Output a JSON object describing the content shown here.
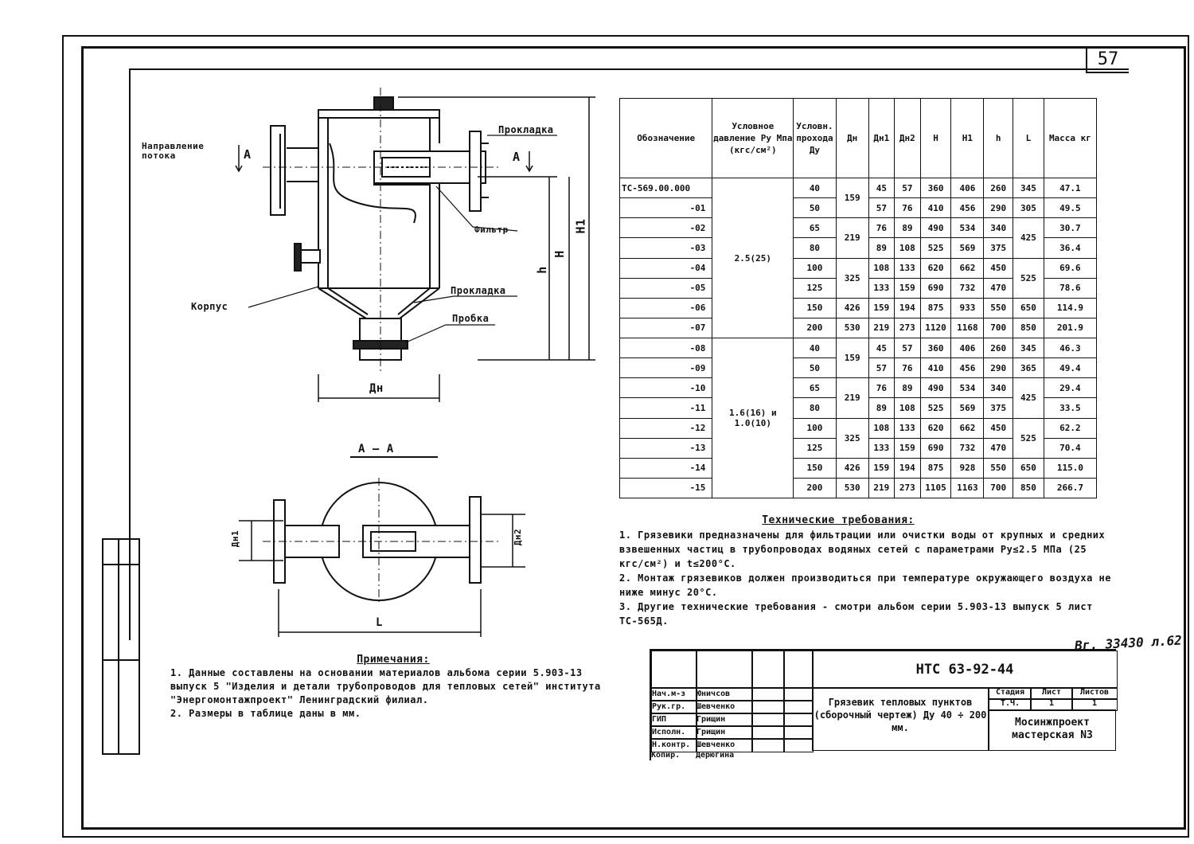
{
  "sheet_number": "57",
  "labels": {
    "direction": "Направление\nпотока",
    "section_marker": "А",
    "gasket_top": "Прокладка",
    "filter": "Фильтр",
    "body": "Корпус",
    "gasket_bottom": "Прокладка",
    "plug": "Пробка",
    "dim_dn": "Дн",
    "dim_h": "h",
    "dim_H": "H",
    "dim_H1": "H1",
    "section_title": "А — А",
    "dim_dn1": "Дн1",
    "dim_dn2": "Дн2",
    "dim_L": "L"
  },
  "table": {
    "headers": {
      "designation": "Обозначение",
      "pressure": "Условное давление Ру Мпа (кгс/см²)",
      "bore": "Условн. прохода Ду",
      "dn": "Дн",
      "dn1": "Дн1",
      "dn2": "Дн2",
      "H": "H",
      "H1": "H1",
      "h": "h",
      "L": "L",
      "mass": "Масса кг"
    },
    "pressure_group1": "2.5(25)",
    "pressure_group2": "1.6(16) и 1.0(10)",
    "rows": [
      {
        "des": "ТС-569.00.000",
        "du": "40",
        "dn": "159",
        "dn1": "45",
        "dn2": "57",
        "H": "360",
        "H1": "406",
        "h": "260",
        "L": "345",
        "m": "47.1"
      },
      {
        "des": "-01",
        "du": "50",
        "dn": "",
        "dn1": "57",
        "dn2": "76",
        "H": "410",
        "H1": "456",
        "h": "290",
        "L": "305",
        "m": "49.5"
      },
      {
        "des": "-02",
        "du": "65",
        "dn": "219",
        "dn1": "76",
        "dn2": "89",
        "H": "490",
        "H1": "534",
        "h": "340",
        "L": "425",
        "m": "30.7"
      },
      {
        "des": "-03",
        "du": "80",
        "dn": "",
        "dn1": "89",
        "dn2": "108",
        "H": "525",
        "H1": "569",
        "h": "375",
        "L": "",
        "m": "36.4"
      },
      {
        "des": "-04",
        "du": "100",
        "dn": "325",
        "dn1": "108",
        "dn2": "133",
        "H": "620",
        "H1": "662",
        "h": "450",
        "L": "525",
        "m": "69.6"
      },
      {
        "des": "-05",
        "du": "125",
        "dn": "",
        "dn1": "133",
        "dn2": "159",
        "H": "690",
        "H1": "732",
        "h": "470",
        "L": "",
        "m": "78.6"
      },
      {
        "des": "-06",
        "du": "150",
        "dn": "426",
        "dn1": "159",
        "dn2": "194",
        "H": "875",
        "H1": "933",
        "h": "550",
        "L": "650",
        "m": "114.9"
      },
      {
        "des": "-07",
        "du": "200",
        "dn": "530",
        "dn1": "219",
        "dn2": "273",
        "H": "1120",
        "H1": "1168",
        "h": "700",
        "L": "850",
        "m": "201.9"
      },
      {
        "des": "-08",
        "du": "40",
        "dn": "159",
        "dn1": "45",
        "dn2": "57",
        "H": "360",
        "H1": "406",
        "h": "260",
        "L": "345",
        "m": "46.3"
      },
      {
        "des": "-09",
        "du": "50",
        "dn": "",
        "dn1": "57",
        "dn2": "76",
        "H": "410",
        "H1": "456",
        "h": "290",
        "L": "365",
        "m": "49.4"
      },
      {
        "des": "-10",
        "du": "65",
        "dn": "219",
        "dn1": "76",
        "dn2": "89",
        "H": "490",
        "H1": "534",
        "h": "340",
        "L": "425",
        "m": "29.4"
      },
      {
        "des": "-11",
        "du": "80",
        "dn": "",
        "dn1": "89",
        "dn2": "108",
        "H": "525",
        "H1": "569",
        "h": "375",
        "L": "",
        "m": "33.5"
      },
      {
        "des": "-12",
        "du": "100",
        "dn": "325",
        "dn1": "108",
        "dn2": "133",
        "H": "620",
        "H1": "662",
        "h": "450",
        "L": "525",
        "m": "62.2"
      },
      {
        "des": "-13",
        "du": "125",
        "dn": "",
        "dn1": "133",
        "dn2": "159",
        "H": "690",
        "H1": "732",
        "h": "470",
        "L": "",
        "m": "70.4"
      },
      {
        "des": "-14",
        "du": "150",
        "dn": "426",
        "dn1": "159",
        "dn2": "194",
        "H": "875",
        "H1": "928",
        "h": "550",
        "L": "650",
        "m": "115.0"
      },
      {
        "des": "-15",
        "du": "200",
        "dn": "530",
        "dn1": "219",
        "dn2": "273",
        "H": "1105",
        "H1": "1163",
        "h": "700",
        "L": "850",
        "m": "266.7"
      }
    ]
  },
  "tech": {
    "heading": "Технические требования:",
    "items": [
      "1. Грязевики предназначены для фильтрации или очистки воды от крупных и средних взвешенных частиц в трубопроводах водяных сетей с параметрами Ру≤2.5 МПа (25 кгс/см²) и t≤200°С.",
      "2. Монтаж грязевиков должен производиться при температуре окружающего воздуха не ниже минус 20°С.",
      "3. Другие технические требования - смотри альбом серии 5.903-13 выпуск 5 лист ТС-565Д."
    ]
  },
  "notes": {
    "heading": "Примечания:",
    "items": [
      "1. Данные составлены на основании материалов альбома серии 5.903-13 выпуск 5 \"Изделия и детали трубопроводов для тепловых сетей\" института \"Энергомонтажпроект\" Ленинградский филиал.",
      "2. Размеры в таблице даны в мм."
    ]
  },
  "stamp": "Вг. 33430 л.62",
  "titleblock": {
    "code": "НТС 63-92-44",
    "title": "Грязевик тепловых пунктов (сборочный чертеж) Ду 40 ÷ 200 мм.",
    "stage_h": "Стадия",
    "sheet_h": "Лист",
    "sheets_h": "Листов",
    "stage": "Т.Ч.",
    "sheet": "1",
    "sheets": "1",
    "org": "Мосинжпроект мастерская N3",
    "people": [
      {
        "role": "Нач.м-з",
        "name": "Юничсов"
      },
      {
        "role": "Рук.гр.",
        "name": "Шевченко"
      },
      {
        "role": "ГИП",
        "name": "Грищин"
      },
      {
        "role": "Исполн.",
        "name": "Грищин"
      },
      {
        "role": "Н.контр.",
        "name": "Шевченко"
      }
    ],
    "copier_role": "Копир.",
    "copier_name": "Дерюгина"
  }
}
